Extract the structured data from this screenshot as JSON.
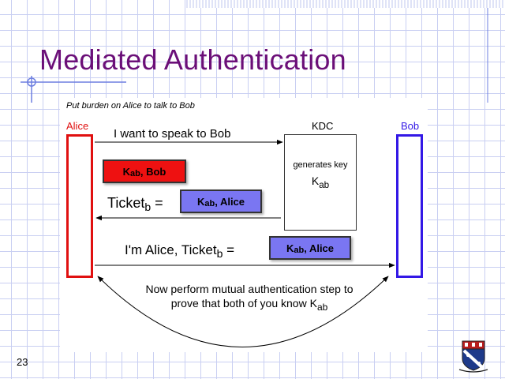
{
  "slide": {
    "title": "Mediated Authentication",
    "page_number": "23"
  },
  "diagram": {
    "caption": "Put burden on Alice to talk to Bob",
    "alice_label": "Alice",
    "bob_label": "Bob",
    "kdc_label": "KDC",
    "kdc_action": "generates key",
    "kdc_key": {
      "base": "K",
      "sub": "ab"
    },
    "msg1": "I want to speak to Bob",
    "token_bob": {
      "base": "K",
      "sub": "ab",
      "rest": ", Bob"
    },
    "ticket_line": {
      "base": "Ticket",
      "sub": "b",
      "rest": " ="
    },
    "token_alice": {
      "base": "K",
      "sub": "ab",
      "rest": ", Alice"
    },
    "msg3": {
      "prefix": "I'm Alice, Ticket",
      "sub": "b",
      "rest": " ="
    },
    "mutual": {
      "line1": "Now perform mutual authentication step to",
      "line2_prefix": "prove that both of you know K",
      "line2_sub": "ab"
    }
  },
  "colors": {
    "title": "#6b0f78",
    "alice": "#e01010",
    "bob": "#3318e6",
    "token_red": "#ee1111",
    "token_blue": "#7a76f2",
    "grid": "#c9cff2"
  }
}
